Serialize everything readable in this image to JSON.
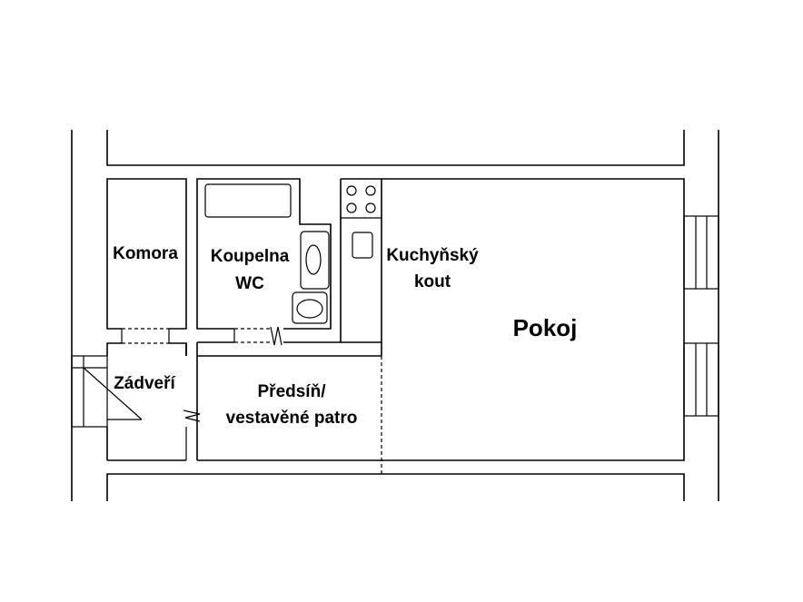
{
  "rooms": {
    "komora": "Komora",
    "koupelna_line1": "Koupelna",
    "koupelna_line2": "WC",
    "kuchyn_line1": "Kuchyňský",
    "kuchyn_line2": "kout",
    "pokoj": "Pokoj",
    "zadveri": "Zádveří",
    "predsin_line1": "Předsíň/",
    "predsin_line2": "vestavěné patro"
  },
  "colors": {
    "line": "#000000",
    "background": "#ffffff"
  }
}
